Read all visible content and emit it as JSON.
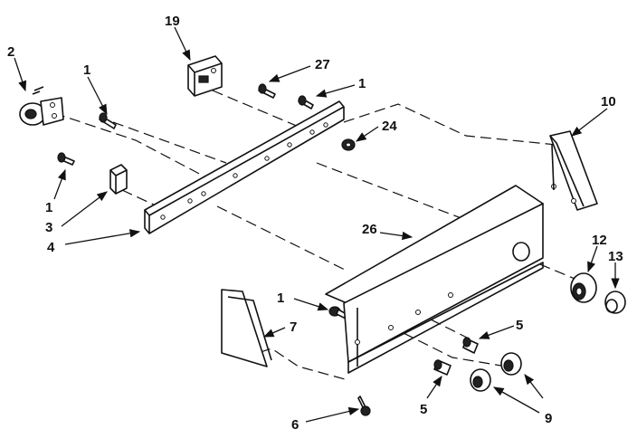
{
  "callouts": {
    "c2": "2",
    "c1a": "1",
    "c19": "19",
    "c27": "27",
    "c1b": "1",
    "c24": "24",
    "c10": "10",
    "c1c": "1",
    "c3": "3",
    "c4": "4",
    "c26": "26",
    "c12": "12",
    "c13": "13",
    "c1d": "1",
    "c7": "7",
    "c5a": "5",
    "c5b": "5",
    "c9": "9",
    "c6": "6"
  }
}
